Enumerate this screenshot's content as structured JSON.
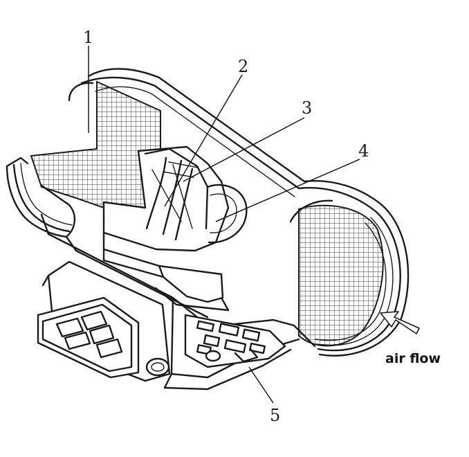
{
  "callouts": [
    {
      "id": "callout-1",
      "text": "1"
    },
    {
      "id": "callout-2",
      "text": "2"
    },
    {
      "id": "callout-3",
      "text": "3"
    },
    {
      "id": "callout-4",
      "text": "4"
    },
    {
      "id": "callout-5",
      "text": "5"
    }
  ],
  "flow_label": "air flow"
}
